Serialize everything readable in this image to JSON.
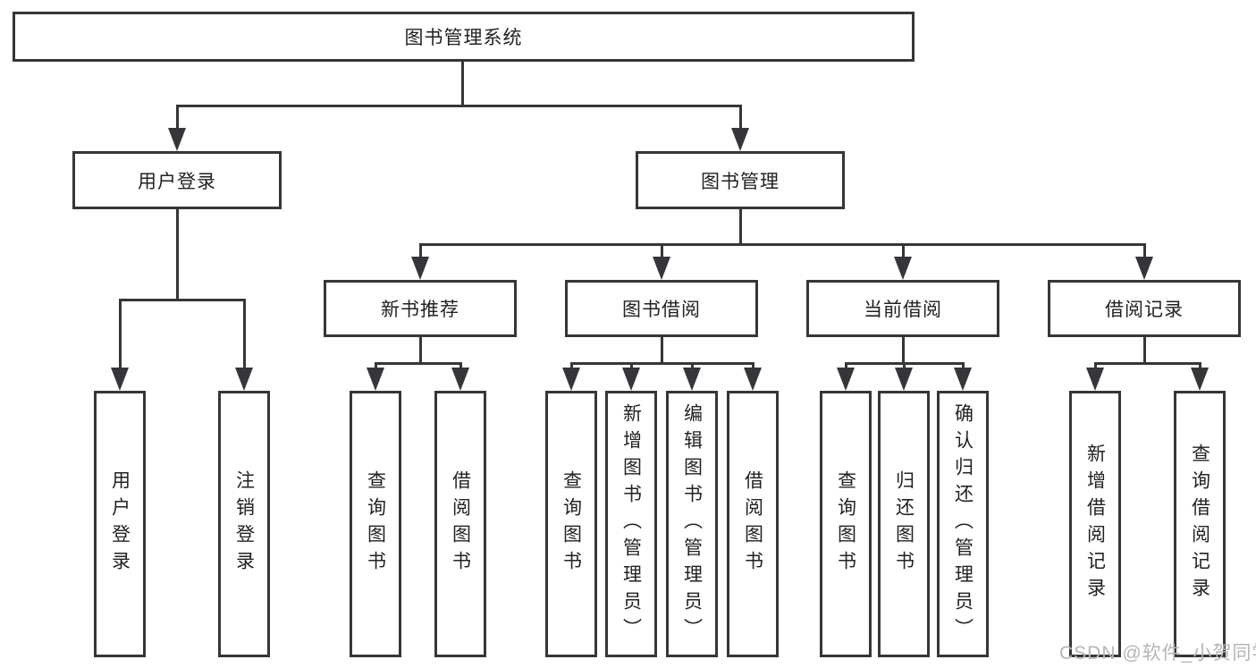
{
  "nodes": {
    "root": "图书管理系统",
    "user_login": "用户登录",
    "book_mgmt": "图书管理",
    "new_books": "新书推荐",
    "book_borrow": "图书借阅",
    "current_borrow": "当前借阅",
    "borrow_records": "借阅记录",
    "leaves_user": [
      "用户登录",
      "注销登录"
    ],
    "leaves_new_books": [
      "查询图书",
      "借阅图书"
    ],
    "leaves_book_borrow": [
      "查询图书",
      "新增图书（管理员）",
      "编辑图书（管理员）",
      "借阅图书"
    ],
    "leaves_current": [
      "查询图书",
      "归还图书",
      "确认归还（管理员）"
    ],
    "leaves_records": [
      "新增借阅记录",
      "查询借阅记录"
    ]
  },
  "watermark": "CSDN @软件_小贺同学",
  "colors": {
    "line": "#36363a",
    "text": "#222222",
    "watermark": "#b5b5b5",
    "background": "#ffffff"
  }
}
